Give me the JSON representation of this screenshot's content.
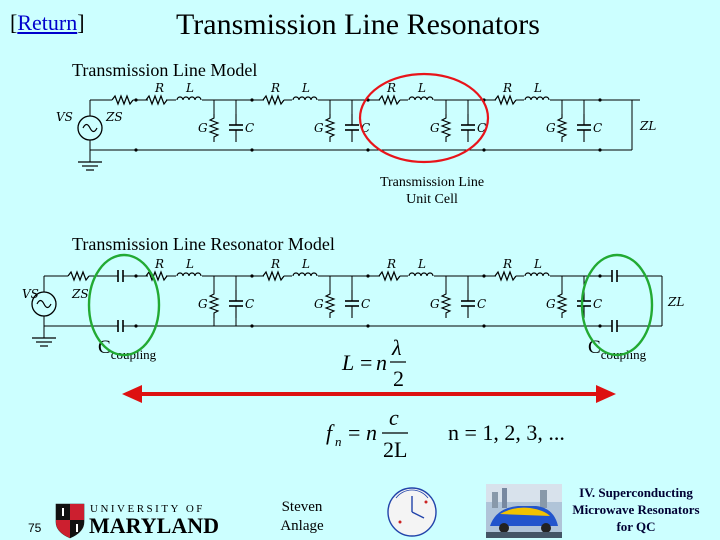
{
  "header": {
    "return_bracket_open": "[",
    "return_link": "Return",
    "return_bracket_close": "]",
    "title": "Transmission Line Resonators"
  },
  "model1": {
    "heading": "Transmission Line Model",
    "unit_cell_label_line1": "Transmission Line",
    "unit_cell_label_line2": "Unit Cell"
  },
  "model2": {
    "heading": "Transmission Line Resonator Model",
    "ccoupling_main": "C",
    "ccoupling_sub": "coupling"
  },
  "circuit_labels": {
    "R": "R",
    "L": "L",
    "G": "G",
    "C": "C",
    "VS": "VS",
    "ZS": "ZS",
    "ZL": "ZL"
  },
  "equations": {
    "length": {
      "lhs": "L",
      "eq": "=",
      "n": "n",
      "num": "λ",
      "den": "2"
    },
    "freq": {
      "f": "f",
      "sub": "n",
      "eq": "=",
      "n": "n",
      "num": "c",
      "den": "2L"
    },
    "n_values": "n = 1, 2, 3, ..."
  },
  "footer": {
    "page_number": "75",
    "university_top": "UNIVERSITY OF",
    "university_bottom": "MARYLAND",
    "author_line1": "Steven",
    "author_line2": "Anlage",
    "chapter_line1": "IV. Superconducting",
    "chapter_line2": "Microwave Resonators",
    "chapter_line3": "for QC"
  },
  "colors": {
    "background": "#ccffff",
    "unit_cell_circle": "#e8141a",
    "coupling_circle": "#22aa33",
    "arrow": "#dd1111",
    "link": "#0000cc"
  }
}
